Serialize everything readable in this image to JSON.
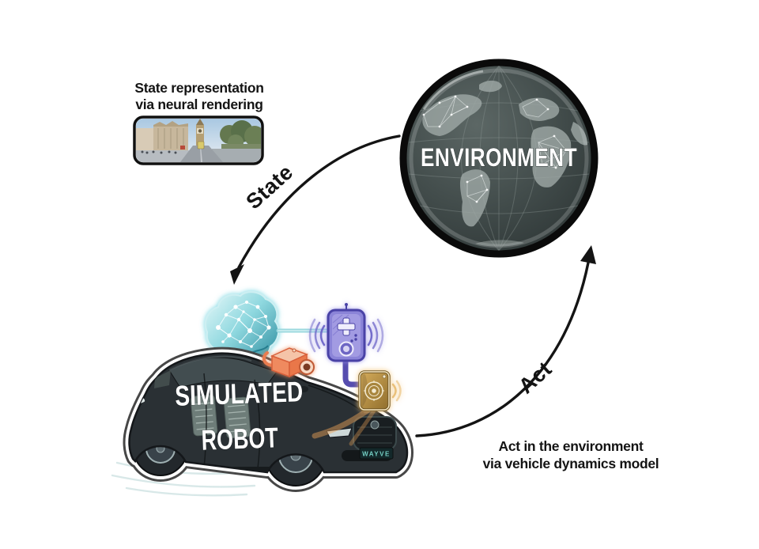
{
  "diagram": {
    "state_flow": {
      "caption_line1": "State representation",
      "caption_line2": "via neural rendering",
      "arrow_label": "State"
    },
    "act_flow": {
      "arrow_label": "Act",
      "caption_line1": "Act in the environment",
      "caption_line2": "via vehicle dynamics model"
    },
    "environment": {
      "label": "ENVIRONMENT"
    },
    "robot": {
      "label_line1": "SIMULATED",
      "label_line2": "ROBOT",
      "license_plate": "WAYVE"
    },
    "icons": {
      "brain": "neural-network-brain-icon",
      "camera": "camera-icon",
      "controller": "remote-controller-icon",
      "device": "smart-speaker-device-icon",
      "street_view": "neural-rendered-street-scene"
    },
    "colors": {
      "arrow": "#141414",
      "brain_teal": "#2f97a8",
      "camera_orange": "#ea7c50",
      "controller_purple": "#6b63c1",
      "device_amber": "#c99a45",
      "globe_dark": "#3f4948",
      "car_body": "#2a3034",
      "plate_teal": "#74cfc4"
    }
  }
}
